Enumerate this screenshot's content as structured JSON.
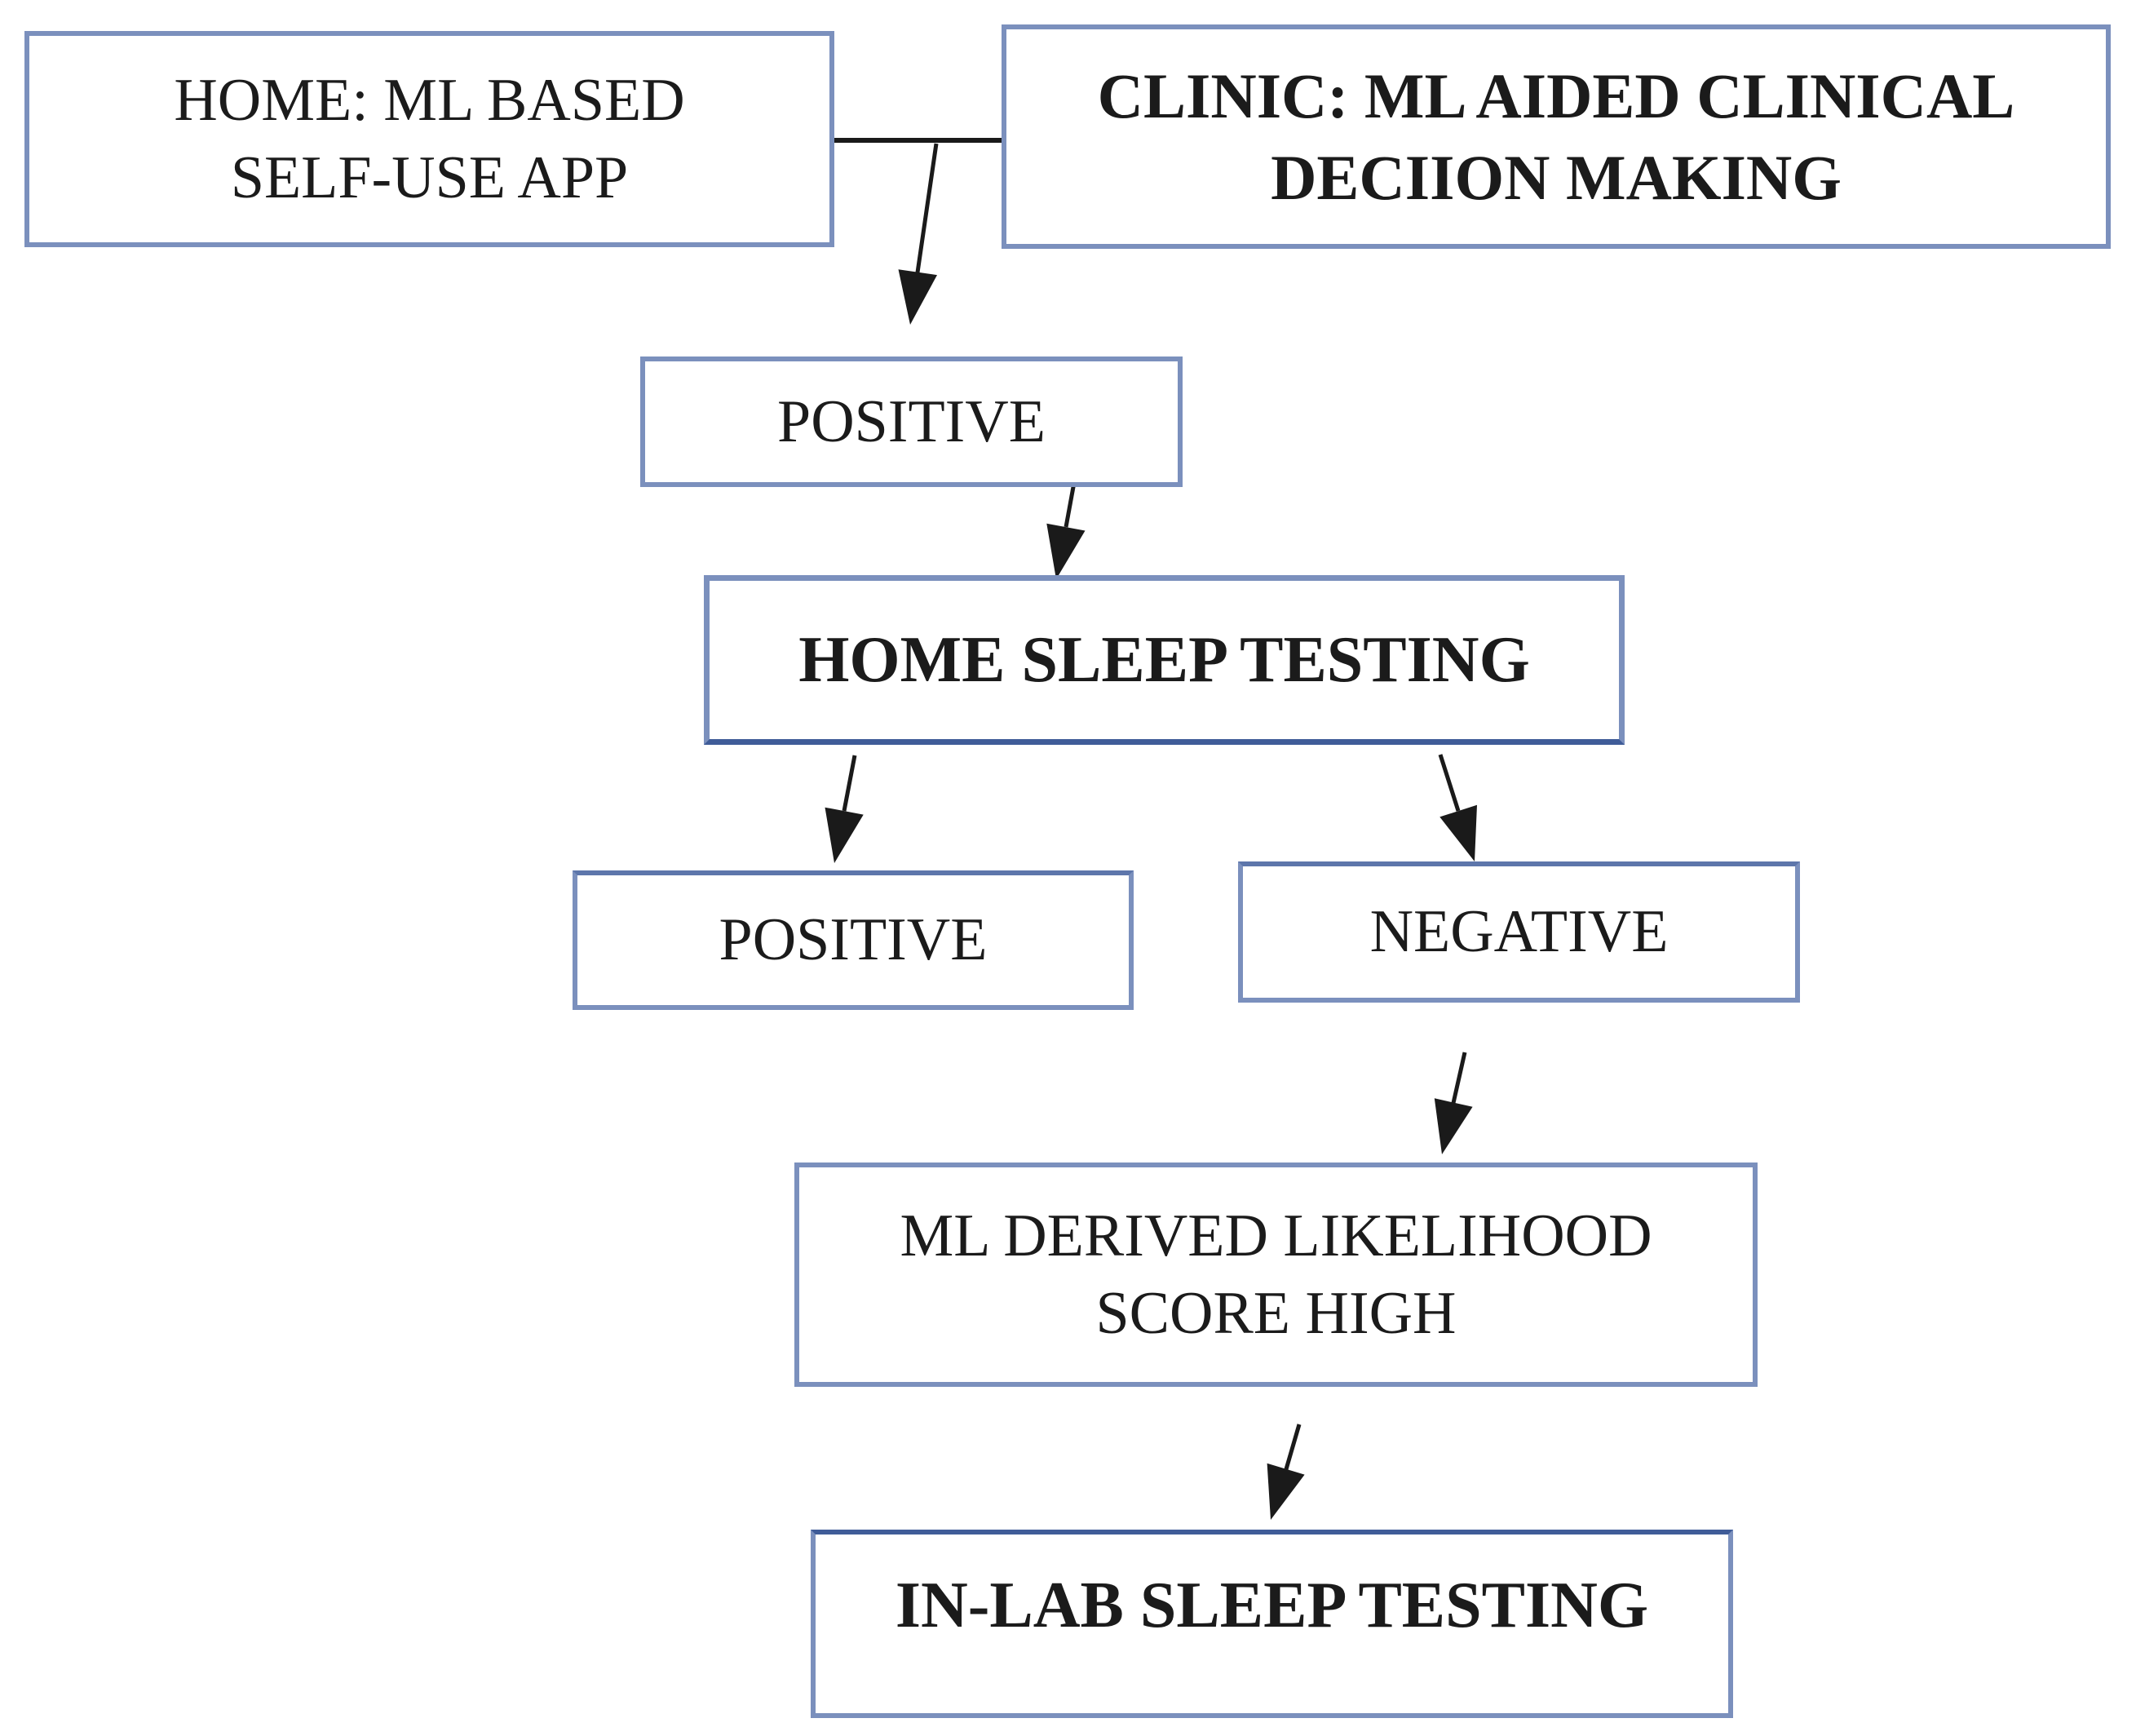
{
  "colors": {
    "box_border": "#7b90bd",
    "box_border_dark": "#3f5c98",
    "arrow": "#1a1a1a",
    "text": "#1b1b1b",
    "background": "#ffffff"
  },
  "diagram": {
    "nodes": {
      "home_app": {
        "line1": "HOME: ML BASED",
        "line2": "SELF-USE APP"
      },
      "clinic": {
        "line1": "CLINIC: ML AIDED CLINICAL",
        "line2": "DECIION MAKING"
      },
      "positive_screen": {
        "label": "POSITIVE"
      },
      "home_sleep_testing": {
        "label": "HOME SLEEP TESTING"
      },
      "positive_result": {
        "label": "POSITIVE"
      },
      "negative_result": {
        "label": "NEGATIVE"
      },
      "ml_likelihood": {
        "line1": "ML DERIVED LIKELIHOOD",
        "line2": "SCORE HIGH"
      },
      "in_lab": {
        "label": "IN-LAB SLEEP TESTING"
      }
    }
  }
}
